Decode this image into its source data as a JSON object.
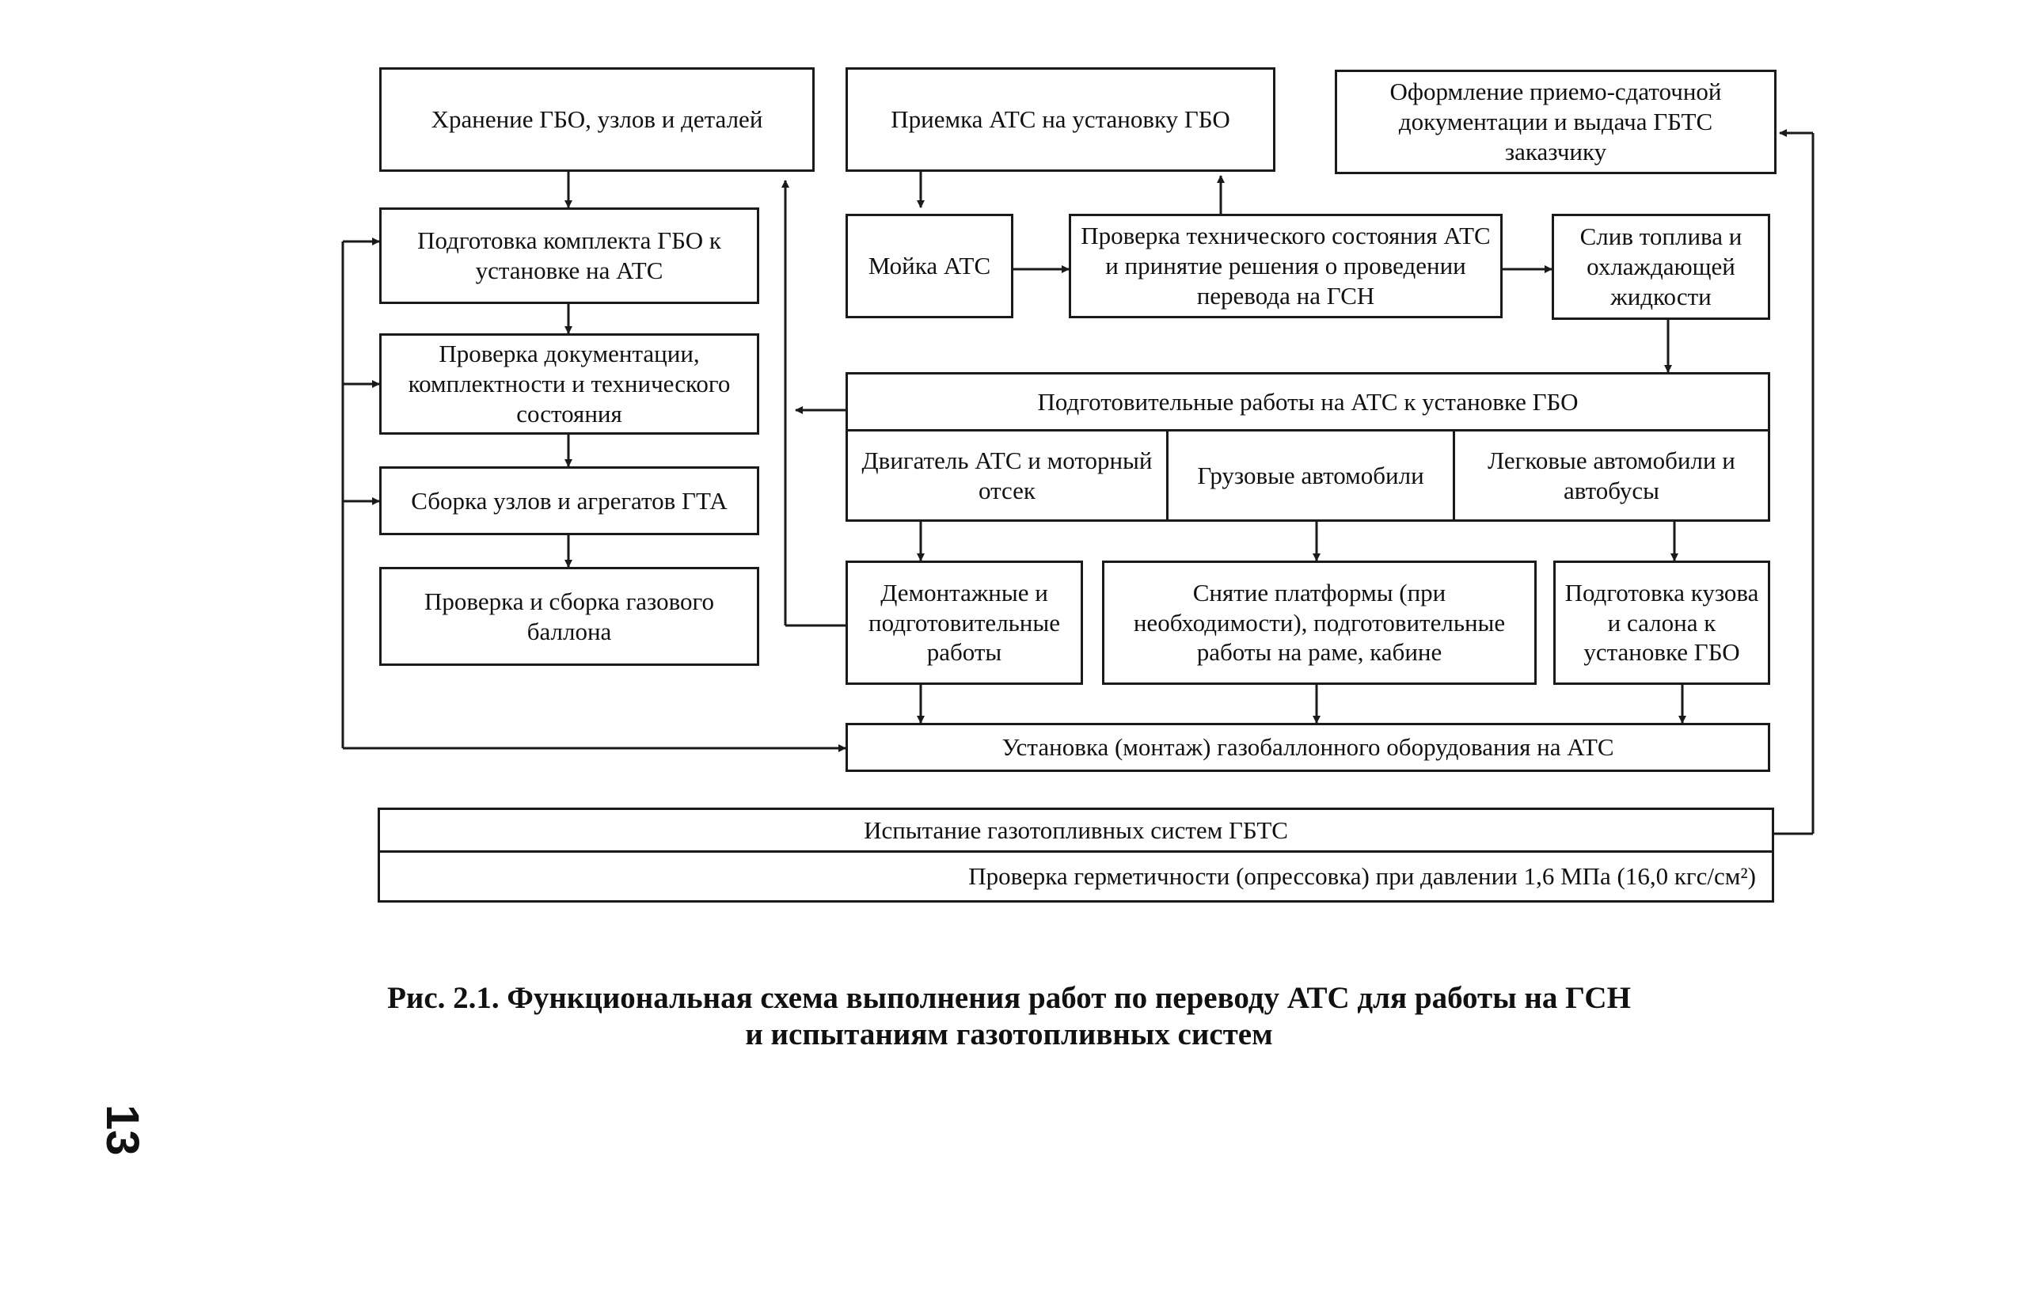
{
  "diagram": {
    "storage": "Хранение ГБО, узлов и деталей",
    "reception": "Приемка АТС на установку ГБО",
    "paperwork": "Оформление приемо-сдаточной документации и выдача ГБТС заказчику",
    "kit_prep": "Подготовка комплекта ГБО к установке на АТС",
    "doc_check": "Проверка документации, комплектности и технического состояния",
    "assembly": "Сборка узлов и агрегатов ГТА",
    "cylinder": "Проверка и сборка газового баллона",
    "washing": "Мойка АТС",
    "tech_check": "Проверка технического состояния АТС и принятие решения о проведении перевода на ГСН",
    "drain": "Слив топлива и охлаждающей жидкости",
    "prep_header": "Подготовительные работы на АТС к установке ГБО",
    "prep_engine": "Двигатель АТС и моторный отсек",
    "prep_trucks": "Грузовые автомобили",
    "prep_cars": "Легковые автомобили и автобусы",
    "dismantle": "Демонтажные и подготовительные работы",
    "platform": "Снятие платформы (при необходимости), подготовительные работы на раме, кабине",
    "body_prep": "Подготовка кузова и салона к установке ГБО",
    "installation": "Установка (монтаж) газобаллонного оборудования на АТС",
    "test_header": "Испытание газотопливных систем ГБТС",
    "test_pressure": "Проверка герметичности (опрессовка) при давлении 1,6 МПа (16,0 кгс/см²)"
  },
  "caption": {
    "line1": "Рис. 2.1. Функциональная схема выполнения работ по переводу АТС для работы на ГСН",
    "line2": "и испытаниям газотопливных систем"
  },
  "page_number": "13"
}
